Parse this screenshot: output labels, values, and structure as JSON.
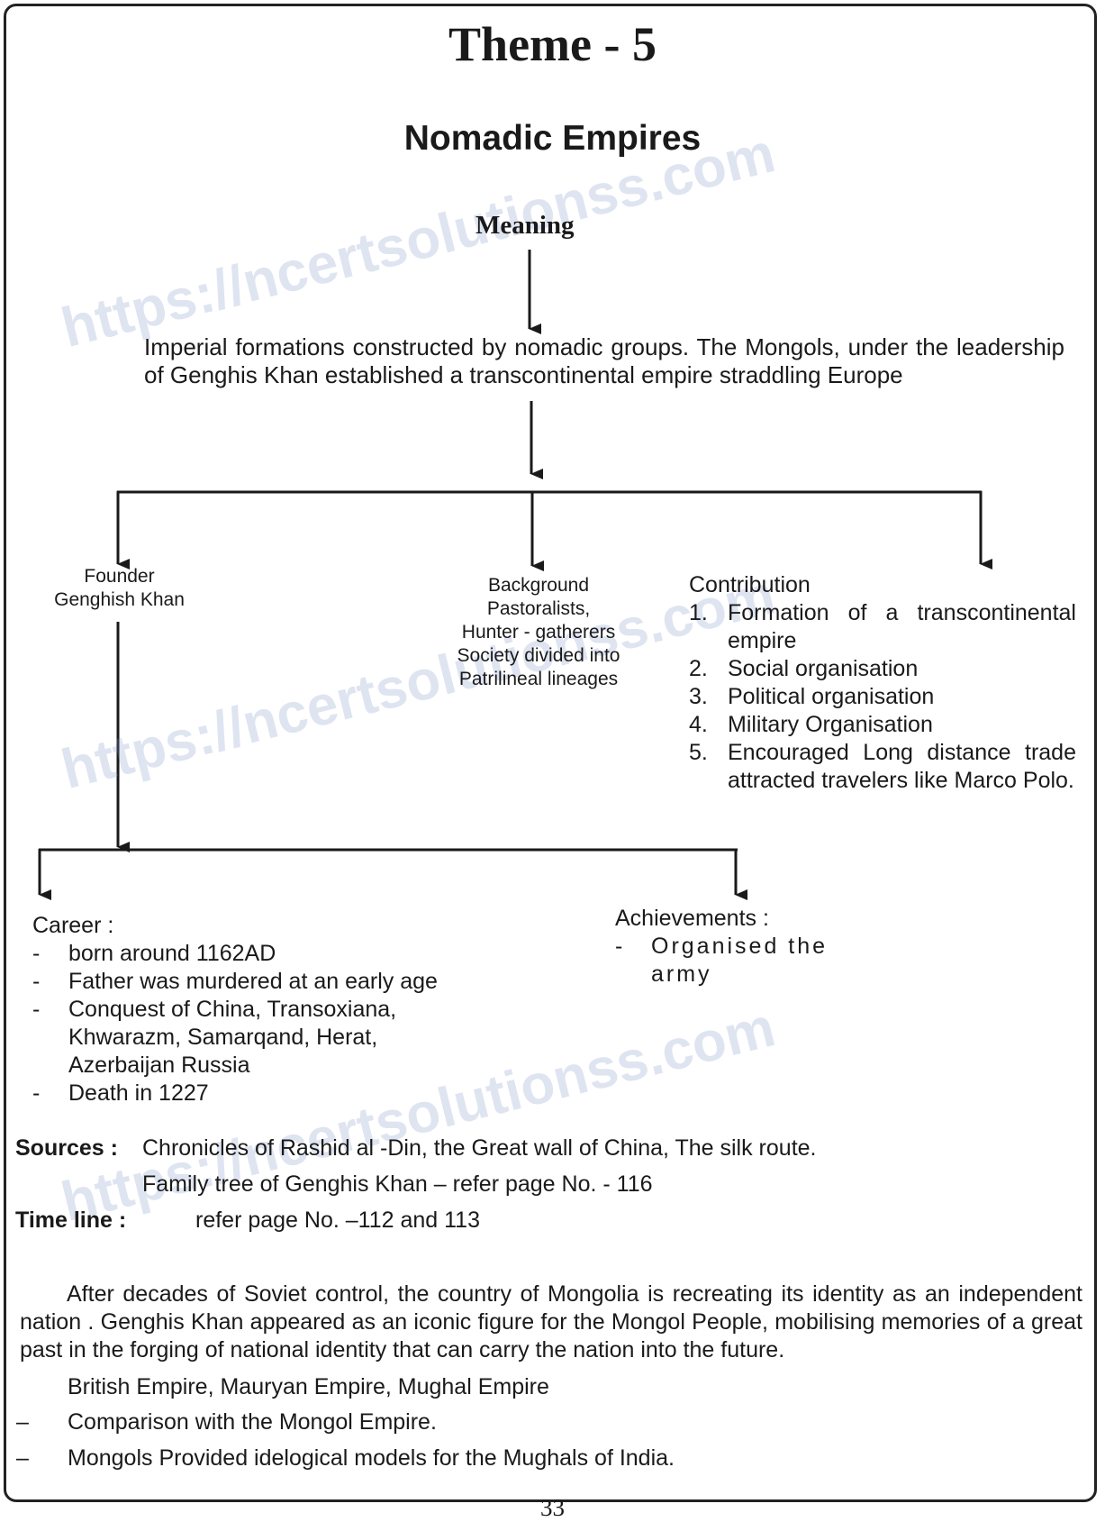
{
  "header": {
    "theme": "Theme - 5",
    "title": "Nomadic Empires"
  },
  "meaning": {
    "label": "Meaning",
    "text": "Imperial formations constructed by nomadic groups. The Mongols, under the leadership of Genghis Khan established a transcontinental empire straddling Europe"
  },
  "founder": {
    "line1": "Founder",
    "line2": "Genghish Khan"
  },
  "background": {
    "lines": [
      "Background",
      "Pastoralists,",
      "Hunter - gatherers",
      "Society divided into",
      "Patrilineal lineages"
    ]
  },
  "contribution": {
    "title": "Contribution",
    "items": [
      {
        "num": "1.",
        "text": "Formation of a transcontinental empire"
      },
      {
        "num": "2.",
        "text": "Social organisation"
      },
      {
        "num": "3.",
        "text": "Political organisation"
      },
      {
        "num": "4.",
        "text": "Military Organisation"
      },
      {
        "num": "5.",
        "text": "Encouraged Long distance trade attracted travelers like Marco Polo."
      }
    ]
  },
  "career": {
    "title": "Career :",
    "items": [
      "born around 1162AD",
      "Father was murdered at an early age",
      "Conquest of China, Transoxiana, Khwarazm, Samarqand, Herat, Azerbaijan Russia",
      "Death in 1227"
    ]
  },
  "achievements": {
    "title": "Achievements :",
    "items": [
      "Organised the army"
    ]
  },
  "sources": {
    "label": "Sources :",
    "line1": "Chronicles of Rashid al -Din, the Great wall of China, The silk route.",
    "line2": "Family tree of Genghis Khan – refer page No. - 116"
  },
  "timeline": {
    "label": "Time line :",
    "text": "refer page No. –112 and 113"
  },
  "paragraph": "After decades of Soviet control, the country of Mongolia is recreating its identity as an independent nation . Genghis Khan appeared as an iconic figure for the Mongol People, mobilising memories of a great past in the forging of national identity that can carry the nation into the future.",
  "empires_line": "British Empire, Mauryan Empire, Mughal Empire",
  "bullets": [
    {
      "dash": "–",
      "text": "Comparison with the Mongol Empire."
    },
    {
      "dash": "–",
      "text": "Mongols Provided idelogical models for the Mughals of India."
    }
  ],
  "page_number": "33",
  "watermark": "https://ncertsolutionss.com"
}
